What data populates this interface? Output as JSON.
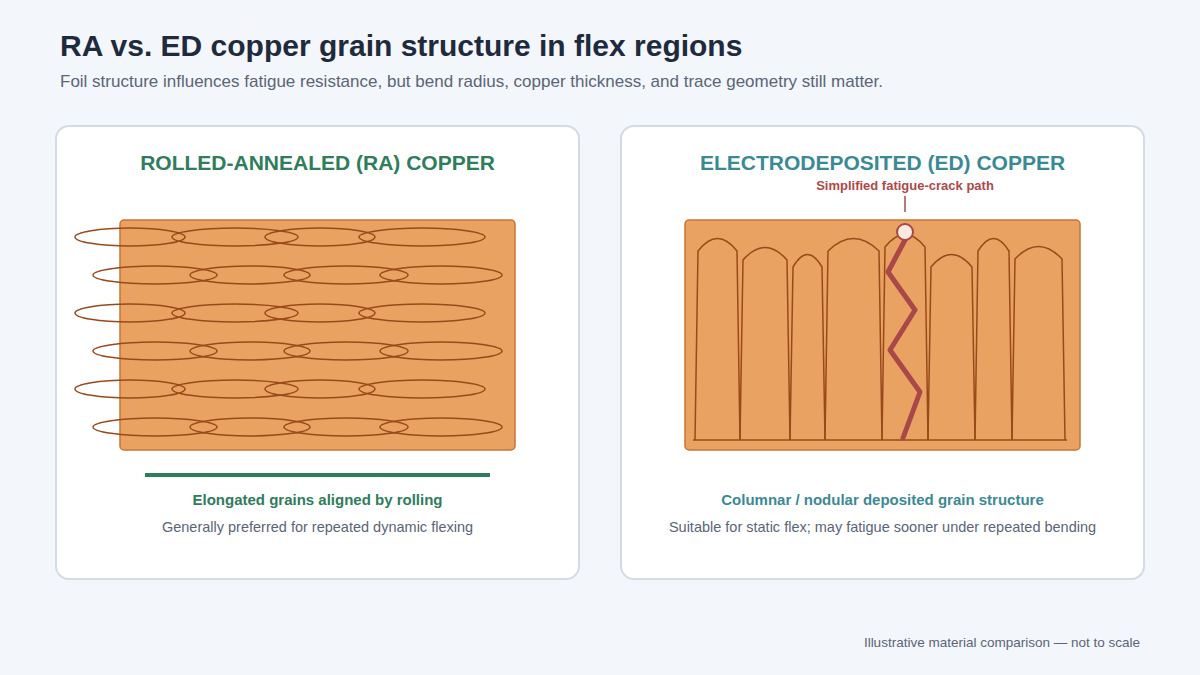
{
  "diagram": {
    "title": "RA vs. ED copper grain structure in flex regions",
    "caption": "Foil structure influences fatigue resistance, but bend radius, copper thickness, and trace geometry still matter.",
    "nodes": [
      {
        "text": [
          "ROLLED-ANNEALED (RA) COPPER",
          "Elongated grains aligned by rolling",
          "Generally preferred for repeated dynamic flexing"
        ]
      },
      {
        "text": [
          "ELECTRODEPOSITED (ED) COPPER",
          "Columnar / nodular deposited grain structure",
          "Suitable for static flex; may fatigue sooner under repeated bending"
        ]
      }
    ],
    "labels": [
      "Simplified fatigue-crack path",
      "Illustrative material comparison — not to scale"
    ]
  }
}
